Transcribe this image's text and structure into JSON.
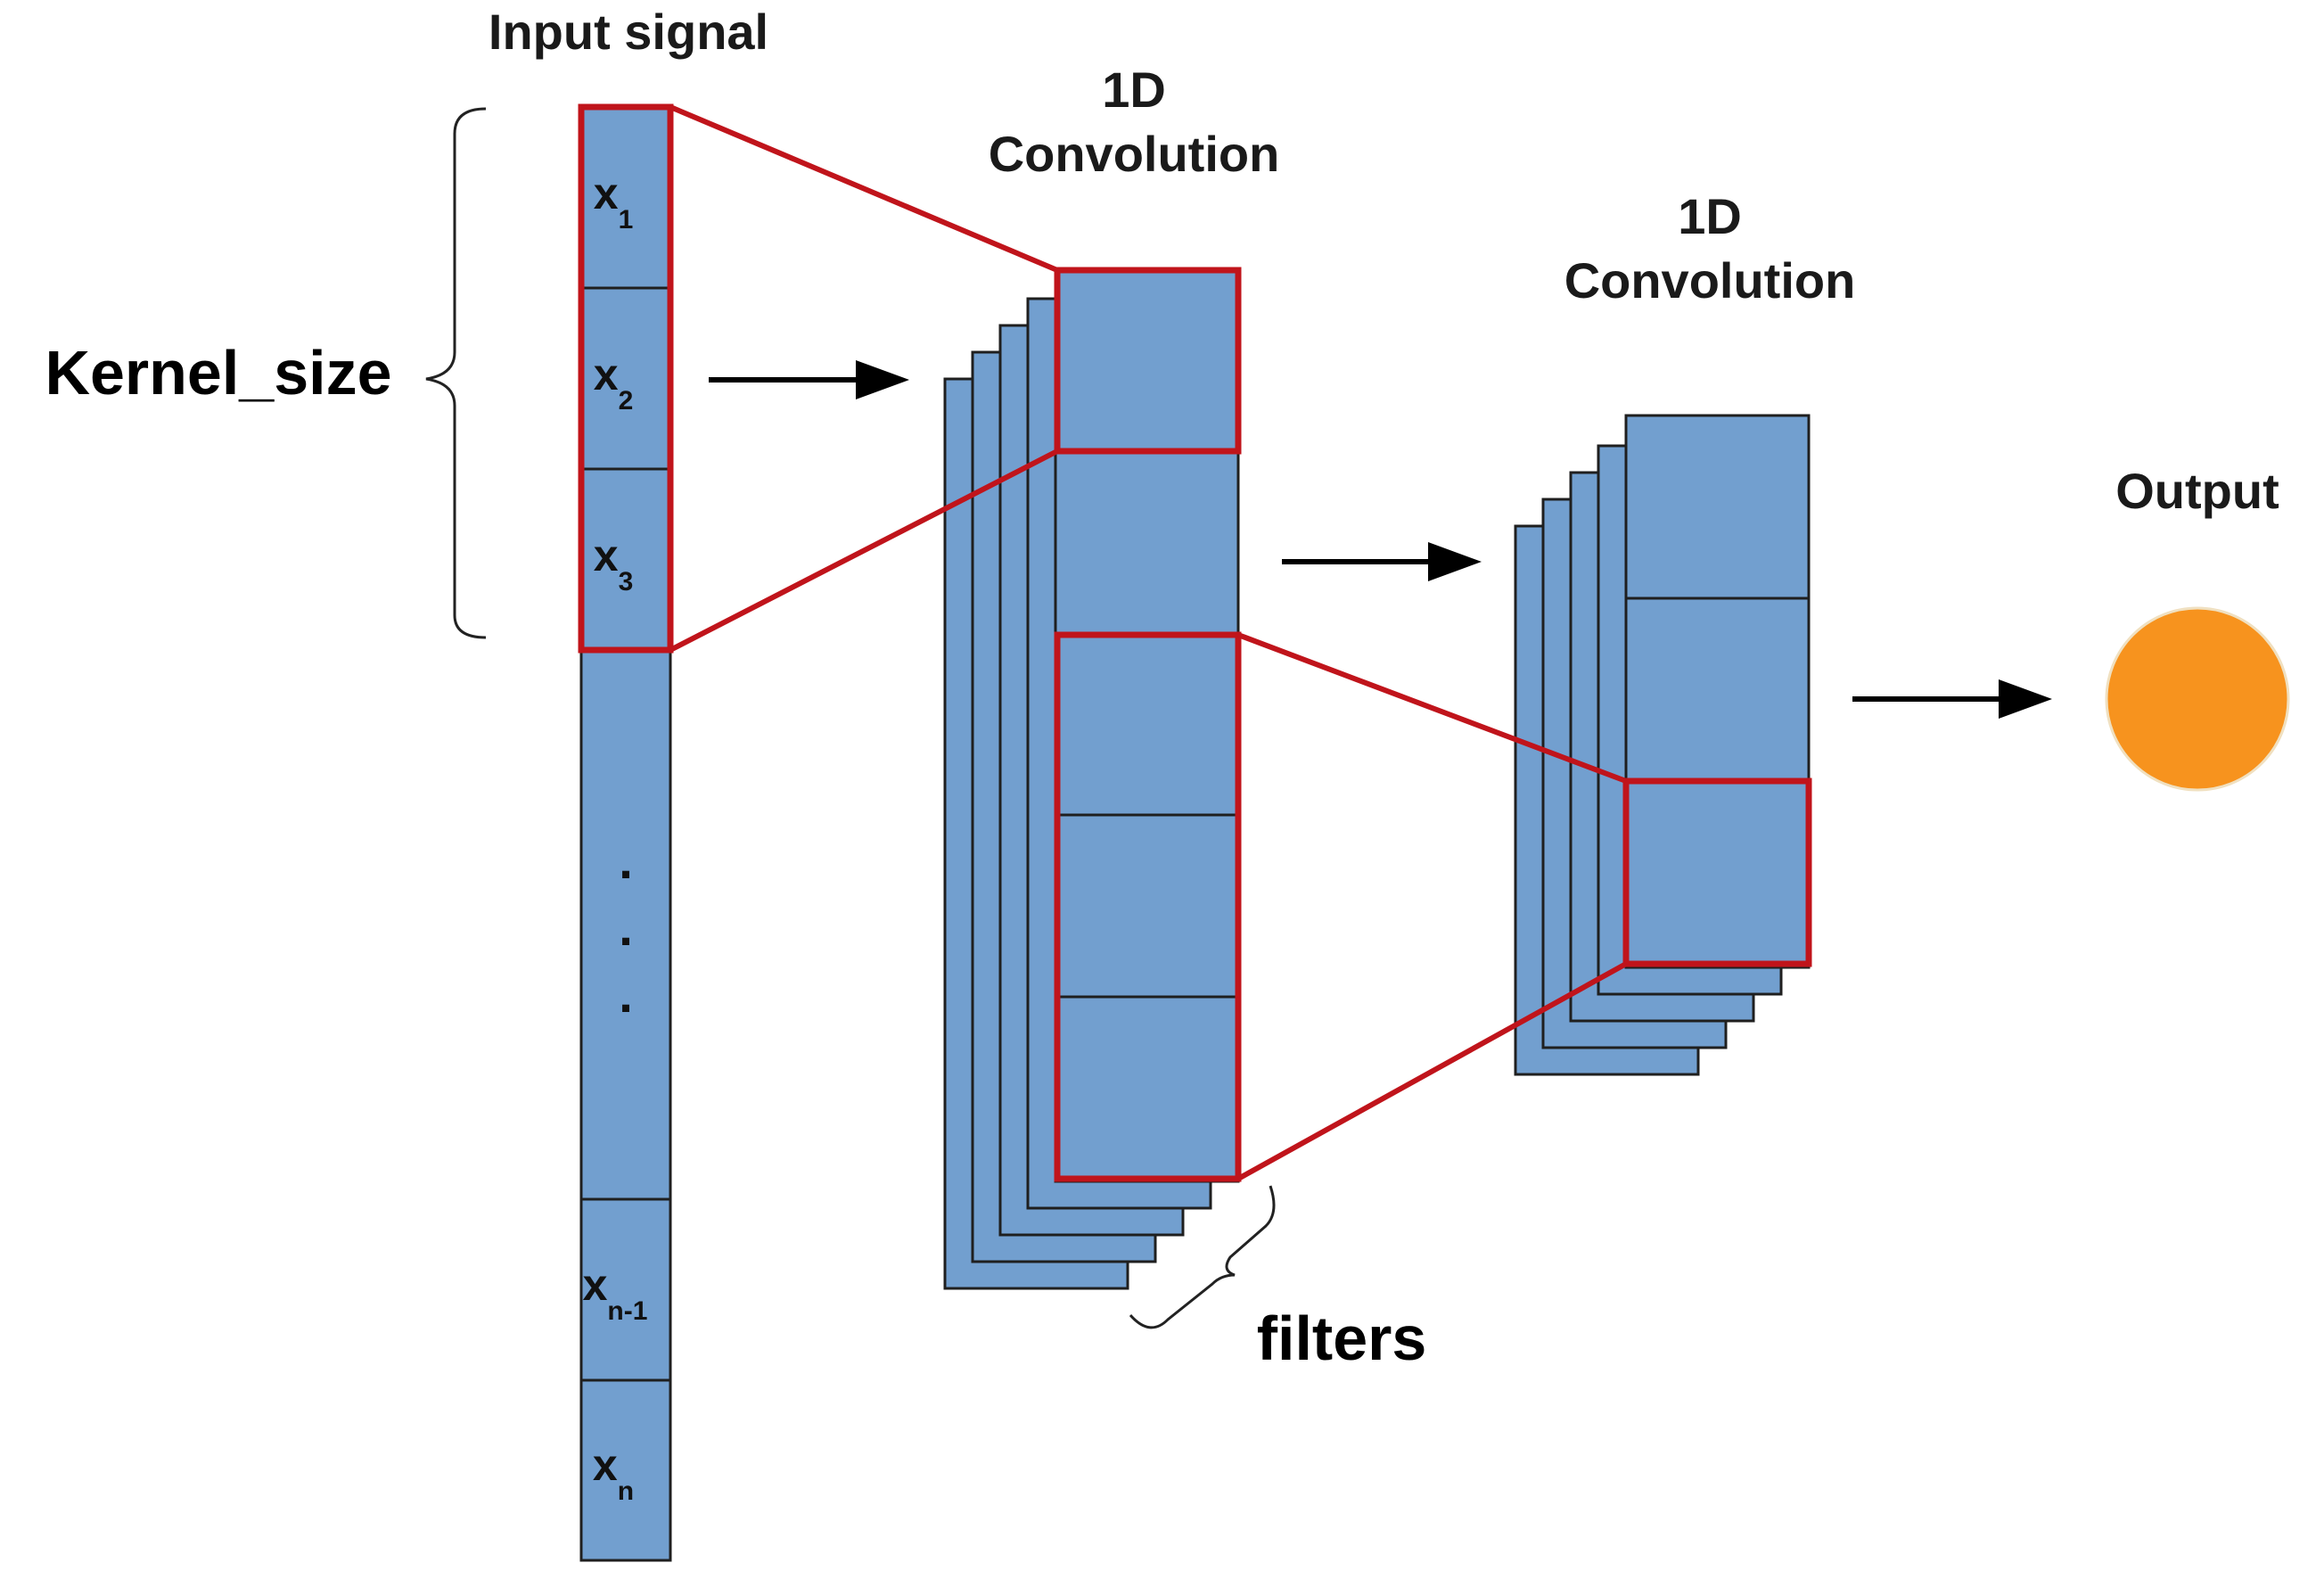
{
  "labels": {
    "input_signal": "Input signal",
    "conv1_line1": "1D",
    "conv1_line2": "Convolution",
    "conv2_line1": "1D",
    "conv2_line2": "Convolution",
    "output": "Output",
    "kernel_size": "Kernel_size",
    "filters": "filters"
  },
  "input_cells": [
    {
      "base": "x",
      "sub": "1"
    },
    {
      "base": "x",
      "sub": "2"
    },
    {
      "base": "x",
      "sub": "3"
    },
    {
      "base": "x",
      "sub": "n-1"
    },
    {
      "base": "x",
      "sub": "n"
    }
  ],
  "ellipsis": ".",
  "colors": {
    "cell_fill": "#729fcf",
    "cell_stroke": "#1f1f1f",
    "highlight": "#c0141b",
    "output_node": "#f7931e",
    "arrow": "#000000"
  }
}
